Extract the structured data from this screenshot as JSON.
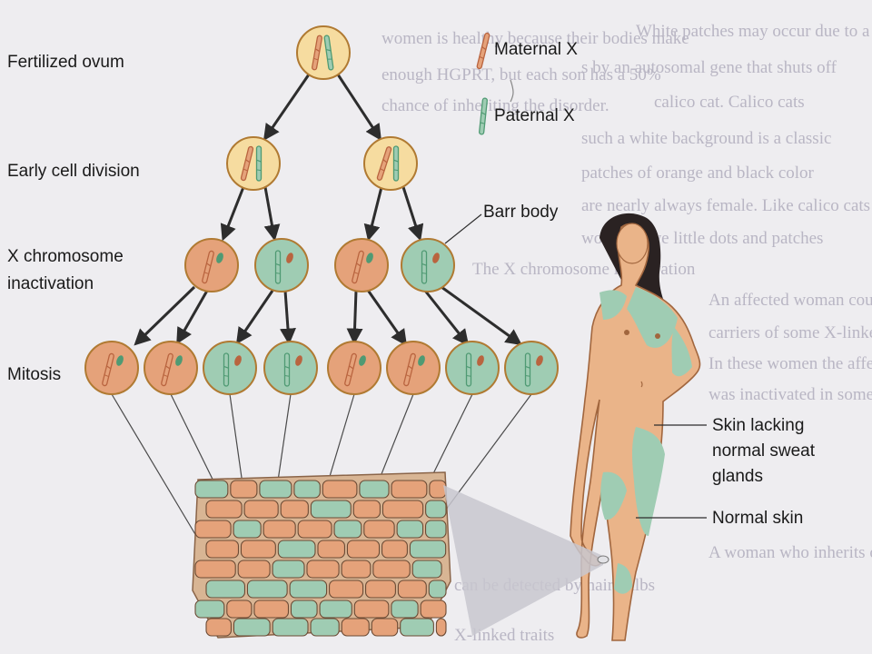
{
  "labels": {
    "fertilized_ovum": "Fertilized ovum",
    "early_cell_division": "Early cell division",
    "x_inactivation_1": "X chromosome",
    "x_inactivation_2": "inactivation",
    "mitosis": "Mitosis",
    "barr_body": "Barr body",
    "skin_lacking_1": "Skin lacking",
    "skin_lacking_2": "normal sweat",
    "skin_lacking_3": "glands",
    "normal_skin": "Normal skin"
  },
  "legend": {
    "maternal": "Maternal X",
    "paternal": "Paternal X"
  },
  "background_text": [
    "women is healthy because their bodies make",
    "enough HGPRT, but each son has a 50%",
    "chance of inheriting the disorder.",
    "White patches may occur due to a",
    "s by an autosomal gene that shuts off",
    "calico cat. Calico cats",
    "such a white background is a classic",
    "patches of orange and black color",
    "are nearly always female. Like calico cats",
    "women have little dots and patches",
    "The X chromosome inactivation",
    "An affected woman could be",
    "carriers of some X-linked disorders",
    "In these women the affected X",
    "was inactivated in some cells",
    "A woman who inherits one",
    "can be detected by hair bulbs",
    "X-linked traits"
  ],
  "colors": {
    "maternal": "#e5a27a",
    "maternal_dark": "#b9643f",
    "paternal": "#9fccb3",
    "paternal_dark": "#4f9a73",
    "cell_outline": "#b07a32",
    "cell_fill": "#f6dca0",
    "skin": "#eab489",
    "patch": "#9fccb3",
    "ghost_text": "#b9b6c4",
    "label": "#1a1a1a"
  },
  "icons": [
    "maternal-chromosome-icon",
    "paternal-chromosome-icon",
    "arrow-icon"
  ]
}
